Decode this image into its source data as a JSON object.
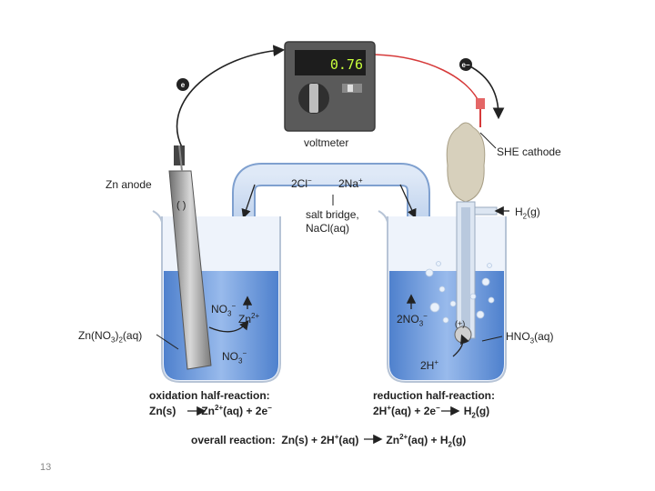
{
  "meter": {
    "reading": "0.76",
    "label": "voltmeter"
  },
  "electrons": {
    "left": "e",
    "right": "e",
    "right_sup": "−"
  },
  "labels": {
    "zn_anode": "Zn anode",
    "she_cathode": "SHE cathode",
    "h2_gas": "H",
    "h2_gas_sub": "2",
    "h2_gas_suffix": "(g)",
    "salt_bridge": "salt bridge,",
    "salt_bridge_solution": "NaCl(aq)",
    "bridge_cl": "2Cl",
    "bridge_cl_sup": "−",
    "bridge_na": "2Na",
    "bridge_na_sup": "+",
    "zn_nitrate": "Zn(NO",
    "zn_nitrate_sub": "3",
    "zn_nitrate_end": ")",
    "zn_nitrate_sub2": "2",
    "zn_nitrate_state": "(aq)",
    "hno3": "HNO",
    "hno3_sub": "3",
    "hno3_state": "(aq)",
    "zn_electrode_mark": "( )",
    "she_electrode_mark": "(+)"
  },
  "ions": {
    "left_no3_top": "NO",
    "left_no3_top_sub": "3",
    "left_no3_top_sup": "−",
    "left_zn": "Zn",
    "left_zn_sup": "2+",
    "left_no3_bottom": "NO",
    "left_no3_bottom_sub": "3",
    "left_no3_bottom_sup": "−",
    "right_2no3": "2NO",
    "right_2no3_sub": "3",
    "right_2no3_sup": "−",
    "right_2h": "2H",
    "right_2h_sup": "+"
  },
  "reactions": {
    "oxidation_title": "oxidation half-reaction:",
    "oxidation_lhs": "Zn(s)",
    "oxidation_rhs_a": "Zn",
    "oxidation_rhs_a_sup": "2+",
    "oxidation_rhs_b": "(aq) + 2e",
    "oxidation_rhs_b_sup": "−",
    "reduction_title": "reduction half-reaction:",
    "reduction_lhs_a": "2H",
    "reduction_lhs_a_sup": "+",
    "reduction_lhs_b": "(aq) + 2e",
    "reduction_lhs_b_sup": "−",
    "reduction_rhs": "H",
    "reduction_rhs_sub": "2",
    "reduction_rhs_state": "(g)",
    "overall_title": "overall reaction:",
    "overall_lhs_a": "Zn(s) + 2H",
    "overall_lhs_a_sup": "+",
    "overall_lhs_b": "(aq)",
    "overall_rhs_a": "Zn",
    "overall_rhs_a_sup": "2+",
    "overall_rhs_b": "(aq) + H",
    "overall_rhs_b_sub": "2",
    "overall_rhs_c": "(g)"
  },
  "page_number": "13",
  "colors": {
    "solution": "#4f86d6",
    "bridge": "#a9c4e8",
    "meter": "#5a5a5a",
    "wire_red": "#d63a3a"
  }
}
